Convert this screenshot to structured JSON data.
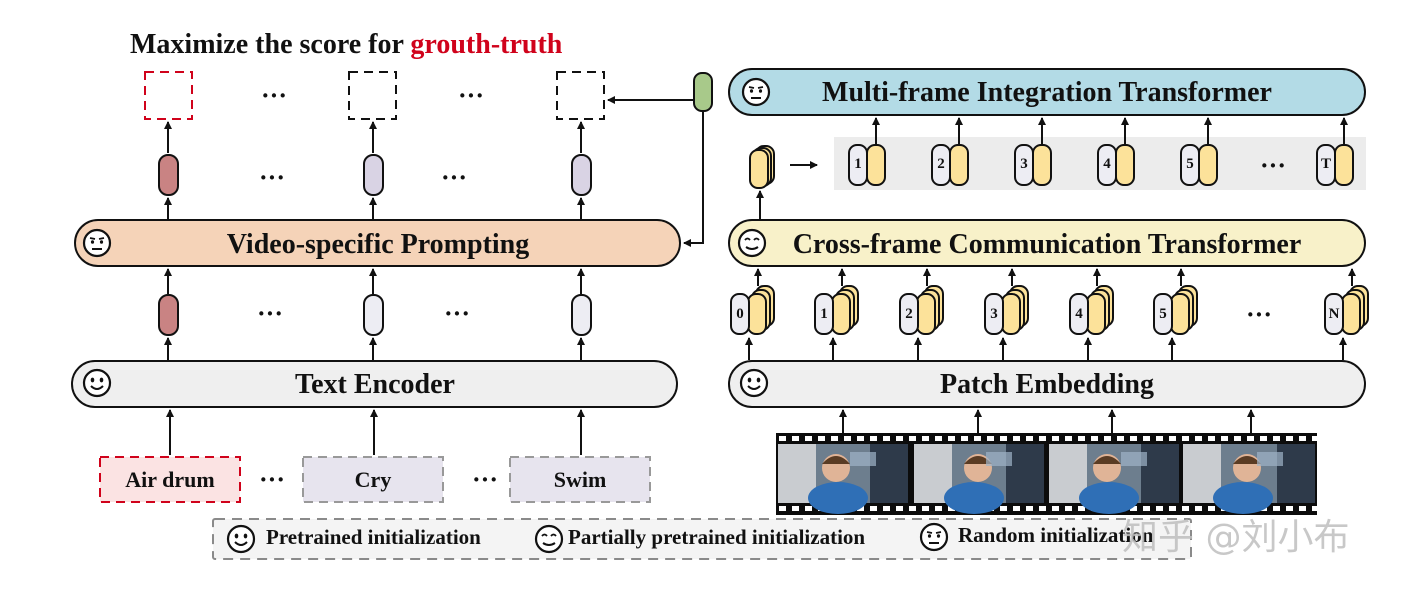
{
  "title": {
    "prefix": "Maximize the score for ",
    "highlight": "grouth-truth",
    "highlight_color": "#d0021b"
  },
  "modules": {
    "mit": {
      "label": "Multi-frame Integration Transformer",
      "fill": "#b3dbe6",
      "init": "random"
    },
    "vsp": {
      "label": "Video-specific Prompting",
      "fill": "#f5d3b8",
      "init": "random"
    },
    "cct": {
      "label": "Cross-frame Communication Transformer",
      "fill": "#f8f1c9",
      "init": "partial"
    },
    "text_encoder": {
      "label": "Text Encoder",
      "fill": "#efefef",
      "init": "pretrained"
    },
    "patch_embedding": {
      "label": "Patch Embedding",
      "fill": "#efefef",
      "init": "pretrained"
    }
  },
  "class_labels": [
    "Air drum",
    "Cry",
    "Swim"
  ],
  "ellipsis": "···",
  "frame_token_labels": [
    "1",
    "2",
    "3",
    "4",
    "5",
    "T"
  ],
  "patch_token_labels": [
    "0",
    "1",
    "2",
    "3",
    "4",
    "5",
    "N"
  ],
  "legend": {
    "pretrained": "Pretrained initialization",
    "partial": "Partially pretrained initialization",
    "random": "Random initialization"
  },
  "watermark": "知乎 @刘小布",
  "colors": {
    "highlight_token": "#c98383",
    "lavender_token": "#d9d3e4",
    "light_token": "#ededf3",
    "yellow_token": "#fce29a",
    "green_token": "#a8c98a",
    "gt_border": "#d0021b",
    "gt_fill": "#fbe3e3",
    "neutral_fill": "#e7e4ee"
  }
}
